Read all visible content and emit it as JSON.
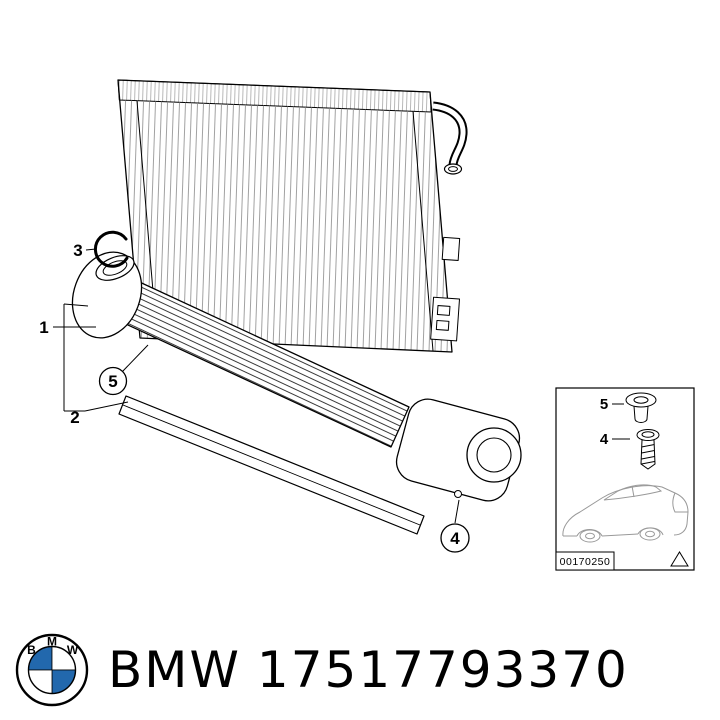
{
  "footer": {
    "brand": "BMW",
    "part_number": "17517793370"
  },
  "logo": {
    "letters": [
      "B",
      "M",
      "W"
    ],
    "blue": "#2268ad"
  },
  "diagram": {
    "callout_1": "1",
    "callout_2": "2",
    "callout_3": "3",
    "callout_4": "4",
    "callout_5": "5",
    "inset": {
      "item_5": "5",
      "item_4": "4",
      "code": "00170250"
    }
  }
}
